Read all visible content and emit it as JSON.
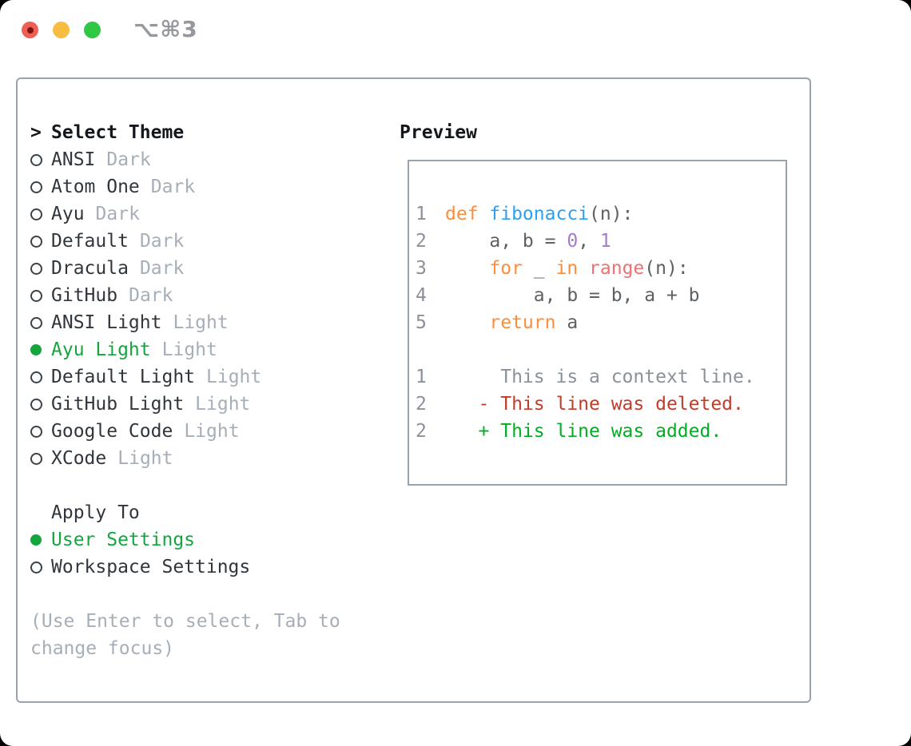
{
  "window": {
    "title": "⌥⌘3",
    "controls": [
      "close",
      "minimize",
      "zoom"
    ]
  },
  "theme_selector": {
    "header": {
      "prefix": ">",
      "label": "Select Theme"
    },
    "items": [
      {
        "name": "ANSI",
        "variant": "Dark",
        "selected": false
      },
      {
        "name": "Atom One",
        "variant": "Dark",
        "selected": false
      },
      {
        "name": "Ayu",
        "variant": "Dark",
        "selected": false
      },
      {
        "name": "Default",
        "variant": "Dark",
        "selected": false
      },
      {
        "name": "Dracula",
        "variant": "Dark",
        "selected": false
      },
      {
        "name": "GitHub",
        "variant": "Dark",
        "selected": false
      },
      {
        "name": "ANSI Light",
        "variant": "Light",
        "selected": false
      },
      {
        "name": "Ayu Light",
        "variant": "Light",
        "selected": true
      },
      {
        "name": "Default Light",
        "variant": "Light",
        "selected": false
      },
      {
        "name": "GitHub Light",
        "variant": "Light",
        "selected": false
      },
      {
        "name": "Google Code",
        "variant": "Light",
        "selected": false
      },
      {
        "name": "XCode",
        "variant": "Light",
        "selected": false
      }
    ]
  },
  "apply_to": {
    "header": "Apply To",
    "options": [
      {
        "label": "User Settings",
        "selected": true
      },
      {
        "label": "Workspace Settings",
        "selected": false
      }
    ]
  },
  "help_lines": [
    "(Use Enter to select, Tab to",
    "change focus)"
  ],
  "preview": {
    "header": "Preview",
    "lines": [
      {
        "num": "1",
        "tokens": [
          [
            "def ",
            "kw"
          ],
          [
            "fibonacci",
            "fn"
          ],
          [
            "(n):",
            "fg"
          ]
        ]
      },
      {
        "num": "2",
        "tokens": [
          [
            "    a, b = ",
            "fg"
          ],
          [
            "0",
            "nm"
          ],
          [
            ", ",
            "fg"
          ],
          [
            "1",
            "nm"
          ]
        ]
      },
      {
        "num": "3",
        "tokens": [
          [
            "    ",
            "fg"
          ],
          [
            "for",
            "kw"
          ],
          [
            " _ ",
            "fg"
          ],
          [
            "in",
            "kw"
          ],
          [
            " ",
            "fg"
          ],
          [
            "range",
            "cl"
          ],
          [
            "(n):",
            "fg"
          ]
        ]
      },
      {
        "num": "4",
        "tokens": [
          [
            "        a, b = b, a + b",
            "fg"
          ]
        ]
      },
      {
        "num": "5",
        "tokens": [
          [
            "    ",
            "fg"
          ],
          [
            "return",
            "kw"
          ],
          [
            " a",
            "fg"
          ]
        ]
      },
      {
        "blank": true
      },
      {
        "num": "1",
        "tokens": [
          [
            "     This is a context line.",
            "gr"
          ]
        ]
      },
      {
        "num": "2",
        "tokens": [
          [
            "   - This line was deleted.",
            "del"
          ]
        ]
      },
      {
        "num": "2",
        "tokens": [
          [
            "   + This line was added.",
            "add"
          ]
        ]
      }
    ]
  },
  "colors": {
    "selected_green": "#13a63f",
    "added_green": "#00ae24",
    "deleted_red": "#c23b28",
    "keyword_orange": "#fa8d3e",
    "function_blue": "#2aa0ef",
    "number_purple": "#a37acc",
    "call_coral": "#f07171",
    "code_text": "#5c6166",
    "muted_gray": "#a6aeb8",
    "line_number_gray": "#8a9199",
    "border_gray": "#9aa3ad",
    "traffic_red": "#ef5f55",
    "traffic_yellow": "#f7bd40",
    "traffic_green": "#30c744"
  }
}
